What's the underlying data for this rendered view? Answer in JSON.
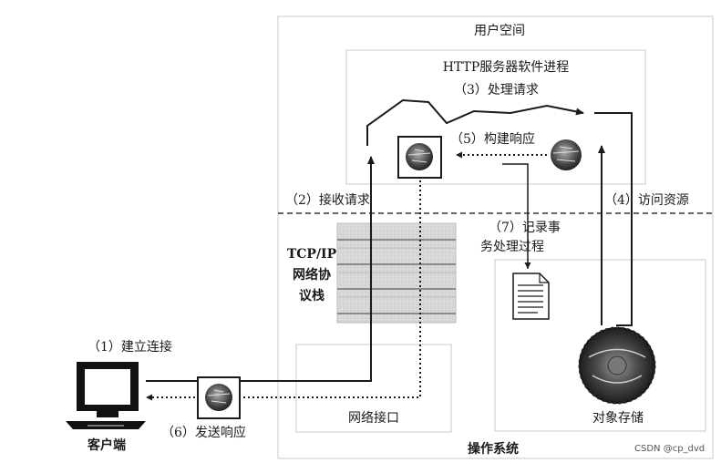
{
  "user_space": "用户空间",
  "http_server_process": "HTTP服务器软件进程",
  "os": "操作系统",
  "steps": {
    "s1": "（1）建立连接",
    "s2": "（2）接收请求",
    "s3": "（3）处理请求",
    "s4": "（4）访问资源",
    "s5": "（5）构建响应",
    "s6": "（6）发送响应",
    "s7_line1": "（7）记录事",
    "s7_line2": "务处理过程"
  },
  "tcpip_stack": [
    "TCP/IP",
    "网络协",
    "议栈"
  ],
  "network_interface": "网络接口",
  "object_storage": "对象存储",
  "client": "客户端",
  "watermark": "CSDN @cp_dvd",
  "colors": {
    "line": "#1a1a1a",
    "frame": "#c8c8c8",
    "dashed": "#333333",
    "stack": "#d6d6d6"
  },
  "icons": [
    "computer-icon",
    "message-icon",
    "document-icon",
    "disk-icon"
  ]
}
